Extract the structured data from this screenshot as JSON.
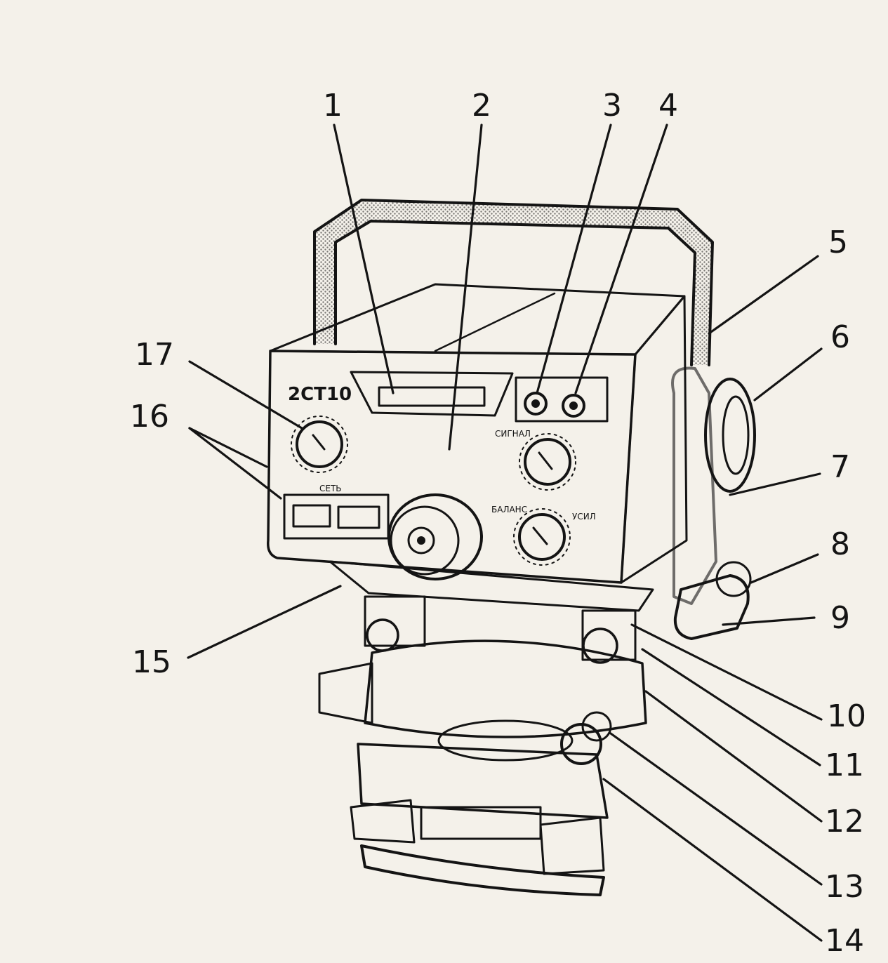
{
  "figure": {
    "model_label": "2СТ10",
    "panel_texts": {
      "signal_knob": "СИГНАЛ",
      "balance_knob": "БАЛАНС",
      "power_knob": "СЕТЬ",
      "gain_knob": "УСИЛ"
    },
    "callouts": [
      "1",
      "2",
      "3",
      "4",
      "5",
      "6",
      "7",
      "8",
      "9",
      "10",
      "11",
      "12",
      "13",
      "14",
      "15",
      "16",
      "17"
    ]
  },
  "colors": {
    "ink": "#141414",
    "paper": "#f4f1ea"
  }
}
